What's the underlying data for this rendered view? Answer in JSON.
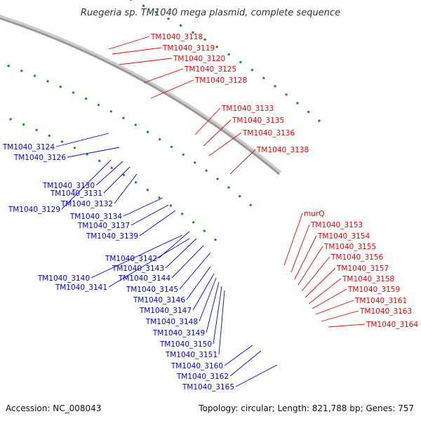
{
  "title": "Ruegeria sp. TM1040 mega plasmid, complete sequence",
  "accession": "Accession: NC_008043",
  "topology": "Topology: circular; Length: 821,788 bp; Genes: 757",
  "colors": {
    "red": "#ee0000",
    "blue": "#0000dd",
    "backbone": "#999999",
    "green_dots": "#228b22",
    "cyan": "#22dddd",
    "teal": "#33aaaa",
    "lightgreen": "#66cc44",
    "darkgreen": "#227722",
    "purple": "#6655aa",
    "magenta": "#ee22aa",
    "gray": "#777777",
    "orange": "#ee8800"
  },
  "ticks": [
    "90 kbp",
    "100 kbp",
    "110 kbp",
    "120 kbp",
    "130 kbp",
    "140 kbp",
    "150 kbp"
  ],
  "labels_red": [
    "TM1040_3118",
    "TM1040_3119",
    "TM1040_3120",
    "TM1040_3125",
    "TM1040_3128",
    "TM1040_3133",
    "TM1040_3135",
    "TM1040_3136",
    "TM1040_3138",
    "murQ",
    "TM1040_3153",
    "TM1040_3154",
    "TM1040_3155",
    "TM1040_3156",
    "TM1040_3157",
    "TM1040_3158",
    "TM1040_3159",
    "TM1040_3161",
    "TM1040_3163",
    "TM1040_3164"
  ],
  "labels_blue": [
    "TM1040_3124",
    "TM1040_3126",
    "TM1040_3130",
    "TM1040_3131",
    "TM1040_3132",
    "TM1040_3129",
    "TM1040_3134",
    "TM1040_3137",
    "TM1040_3139",
    "TM1040_3142",
    "TM1040_3143",
    "TM1040_3140",
    "TM1040_3144",
    "TM1040_3141",
    "TM1040_3145",
    "TM1040_3146",
    "TM1040_3147",
    "TM1040_3148",
    "TM1040_3149",
    "TM1040_3150",
    "TM1040_3151",
    "TM1040_3160",
    "TM1040_3162",
    "TM1040_3165"
  ]
}
